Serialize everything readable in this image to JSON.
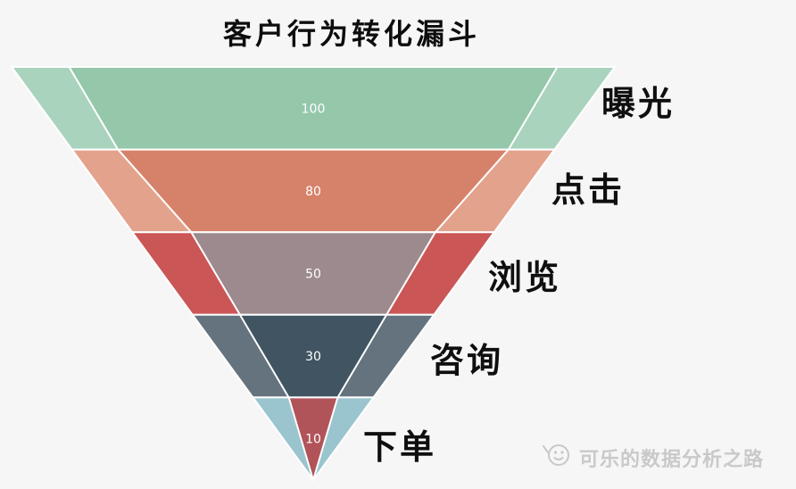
{
  "title": "客户行为转化漏斗",
  "watermark": {
    "text": "可乐的数据分析之路",
    "icon": "smiley-face-icon",
    "color": "#c3c2c2"
  },
  "background_color": "#f7f6f7",
  "chart_data": {
    "type": "funnel",
    "title": "客户行为转化漏斗",
    "orientation": "inverted-pyramid",
    "legend_position": "right-of-segments",
    "grid": false,
    "value_range": [
      0,
      100
    ],
    "stages": [
      {
        "label": "曝光",
        "value": 100,
        "body_color": "#95c7ab",
        "wing_color": "#aad3bd"
      },
      {
        "label": "点击",
        "value": 80,
        "body_color": "#d6826a",
        "wing_color": "#e3a28c"
      },
      {
        "label": "浏览",
        "value": 50,
        "body_color": "#9c8a8e",
        "wing_color": "#cb5656"
      },
      {
        "label": "咨询",
        "value": 30,
        "body_color": "#405461",
        "wing_color": "#64737e"
      },
      {
        "label": "下单",
        "value": 10,
        "body_color": "#b15459",
        "wing_color": "#9ac5cf"
      }
    ],
    "value_label_color": "#ffffff",
    "divider_color": "#ffffff",
    "stage_label_color": "#0f0f0f"
  }
}
